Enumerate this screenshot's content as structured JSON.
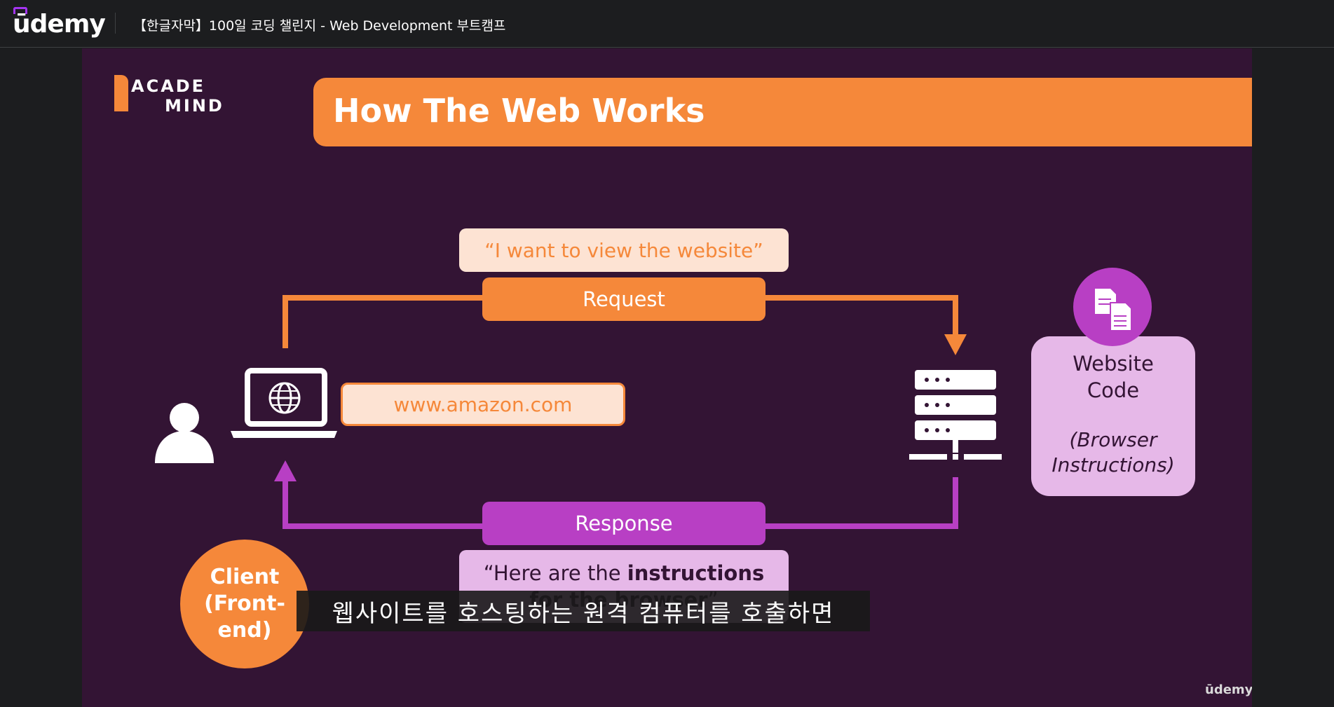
{
  "app": {
    "logo": "ūdemy",
    "course_title": "【한글자막】100일 코딩 챌린지 - Web Development 부트캠프"
  },
  "slide": {
    "logo_line1": "ACADE",
    "logo_line2": "MIND",
    "title": "How The Web Works",
    "request_quote": "“I want to view the website”",
    "request_label": "Request",
    "url": "www.amazon.com",
    "response_label": "Response",
    "response_quote_plain": "“Here are the ",
    "response_quote_bold": "instructions for the browser",
    "response_quote_end": "”",
    "website_code_title": "Website Code",
    "website_code_sub": "(Browser Instructions)",
    "client_label": "Client (Front-end)",
    "watermark": "ūdemy"
  },
  "subtitle": "웹사이트를 호스팅하는 원격 컴퓨터를 호출하면",
  "colors": {
    "orange": "#f5883a",
    "purple": "#b83fc4",
    "peach": "#fde3d3",
    "lilac": "#e6b8e8",
    "slide_bg": "#331434"
  }
}
